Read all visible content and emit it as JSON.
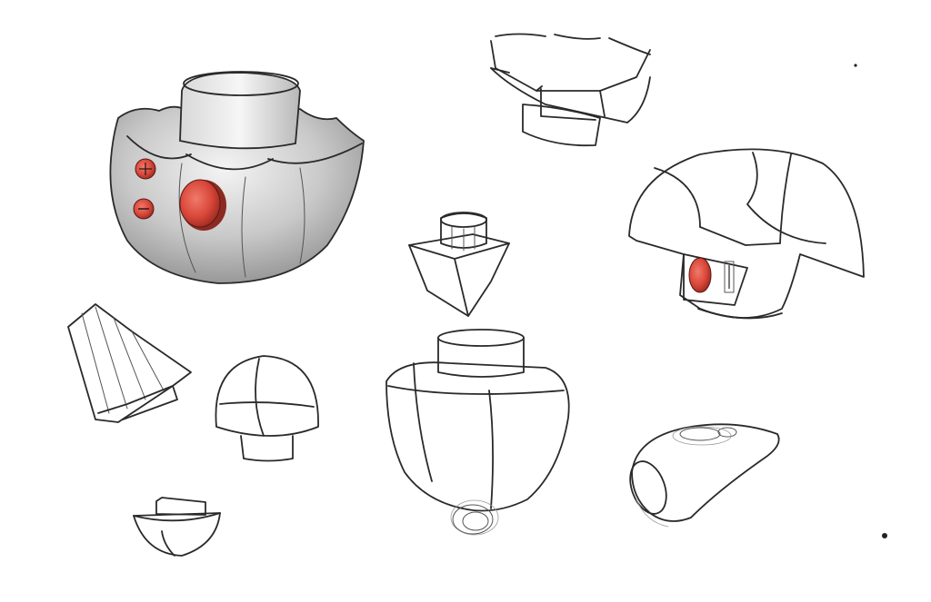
{
  "image": {
    "background": "#ffffff",
    "ink_color": "#2a2a2a",
    "accent_color": "#d9473a",
    "shading_color": "#bdbdbd"
  },
  "sketches": [
    {
      "id": "large-shaded-knob",
      "rendering": "shaded",
      "features": [
        "top-cap",
        "scalloped-rim",
        "two-small-red-buttons",
        "one-large-red-button"
      ]
    },
    {
      "id": "inverted-hex-knob",
      "rendering": "line"
    },
    {
      "id": "dome-knob-with-side-panel",
      "rendering": "line",
      "features": [
        "red-button",
        "switch"
      ]
    },
    {
      "id": "small-pyramid-knob",
      "rendering": "line"
    },
    {
      "id": "tapered-cone-piece",
      "rendering": "line"
    },
    {
      "id": "small-dome-on-stem",
      "rendering": "line"
    },
    {
      "id": "half-dome-small",
      "rendering": "line"
    },
    {
      "id": "cup-knob-with-ring",
      "rendering": "line"
    },
    {
      "id": "teardrop-remote",
      "rendering": "line"
    }
  ]
}
